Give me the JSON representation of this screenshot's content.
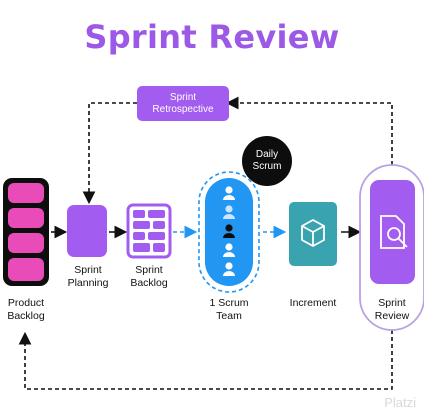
{
  "title": "Sprint Review",
  "nodes": {
    "product_backlog": "Product\nBacklog",
    "sprint_planning": "Sprint\nPlanning",
    "sprint_backlog": "Sprint\nBacklog",
    "scrum_team": "1 Scrum\nTeam",
    "increment": "Increment",
    "sprint_review": "Sprint\nReview",
    "sprint_retrospective": "Sprint\nRetrospective",
    "daily_scrum": "Daily\nScrum"
  },
  "watermark": "Platzi",
  "colors": {
    "title": "#9b59e6",
    "purple": "#a35cf0",
    "pink": "#e94bb8",
    "blue": "#2196f3",
    "teal": "#3aa3b0",
    "black": "#0d0d0d"
  },
  "icons": {
    "increment": "box-icon",
    "sprint_review": "document-search-icon"
  }
}
